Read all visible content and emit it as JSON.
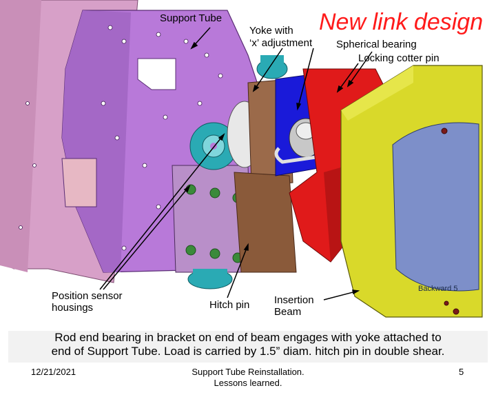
{
  "title": "New link design",
  "labels": {
    "support_tube": "Support Tube",
    "yoke_line1": "Yoke with",
    "yoke_line2": "‘x’ adjustment",
    "spherical_bearing": "Spherical bearing",
    "locking_cotter_pin": "Locking cotter pin",
    "position_sensor_line1": "Position sensor",
    "position_sensor_line2": "housings",
    "hitch_pin": "Hitch pin",
    "insertion_line1": "Insertion",
    "insertion_line2": "Beam",
    "backward": "Backward 5"
  },
  "caption": {
    "line1": "Rod end bearing in bracket on end of beam engages with yoke attached to",
    "line2": "end of Support Tube. Load is carried by 1.5” diam. hitch pin in double shear."
  },
  "footer": {
    "date": "12/21/2021",
    "center_line1": "Support Tube Reinstallation.",
    "center_line2": "Lessons learned.",
    "page": "5"
  },
  "colors": {
    "title": "#ff1a1a",
    "tube_purple": "#b879d9",
    "beam_yellow": "#d9d92a",
    "yoke_blue": "#1a1ad9",
    "bracket_red": "#e01a1a",
    "sensor_teal": "#2aaab4",
    "plate_brown": "#9b6a4a",
    "caption_bg": "#f2f2f2"
  }
}
